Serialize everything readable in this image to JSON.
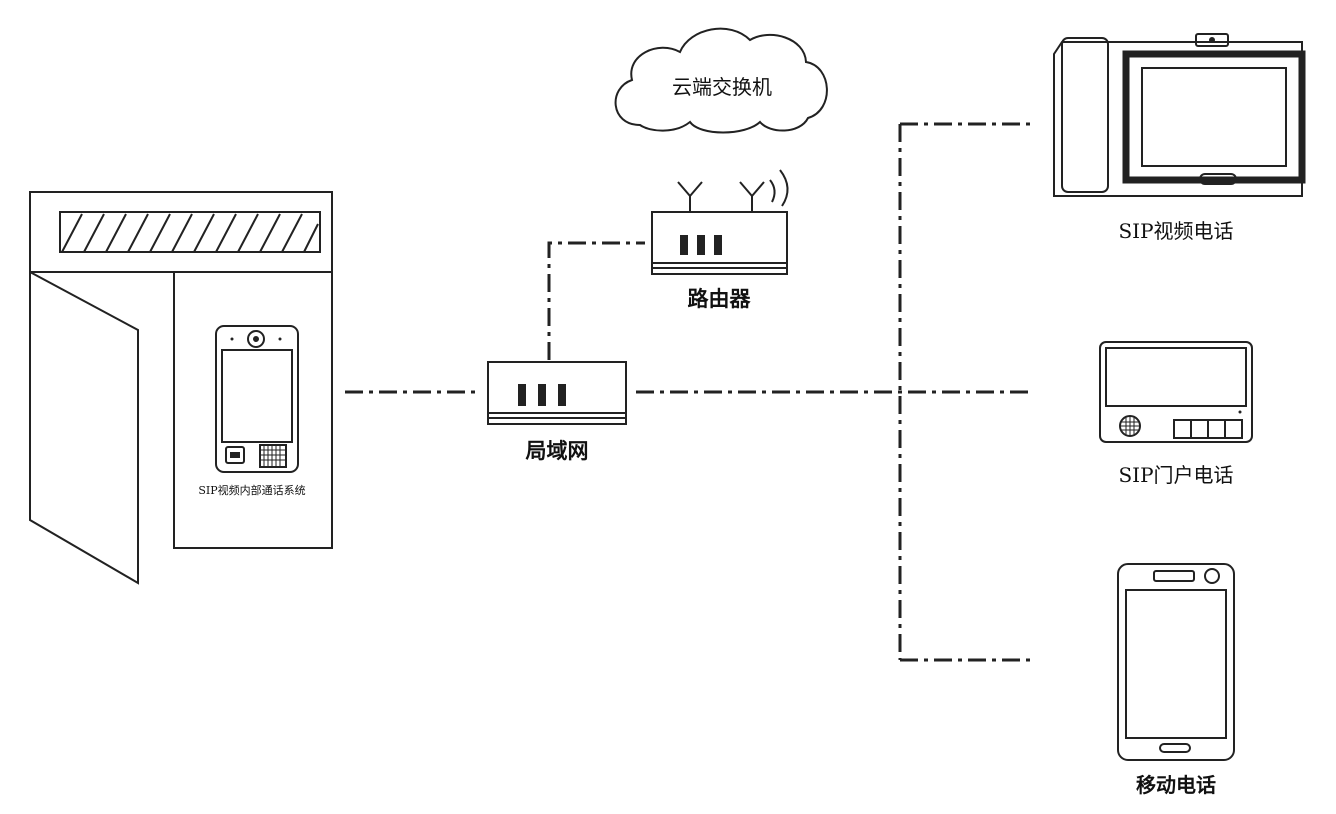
{
  "labels": {
    "cloud": "云端交换机",
    "router": "路由器",
    "lan": "局域网",
    "intercom": "SIP视频内部通话系统",
    "video_phone": "SIP视频电话",
    "door_phone": "SIP门户电话",
    "mobile": "移动电话"
  },
  "colors": {
    "line": "#222222",
    "background": "#ffffff"
  }
}
